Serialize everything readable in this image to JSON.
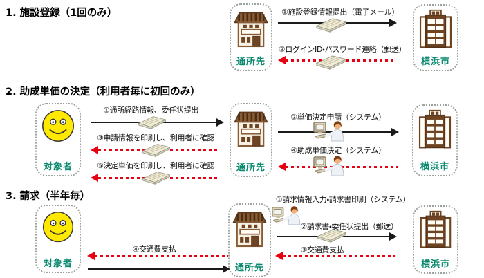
{
  "colors": {
    "entity_label": "#0c8a70",
    "red_arrow": "#e60012",
    "black_arrow": "#1a1a1a",
    "building_brown": "#6e4423",
    "smiley_yellow": "#ffe900"
  },
  "entities": {
    "user": "対象者",
    "facility": "通所先",
    "city": "横浜市"
  },
  "s1": {
    "title": "1. 施設登録（1回のみ）",
    "a1": "①施設登録情報提出（電子メール）",
    "a2": "②ログインID・パスワード連絡（郵送）"
  },
  "s2": {
    "title": "2. 助成単価の決定（利用者毎に初回のみ）",
    "a1": "①通所経路情報、委任状提出",
    "a3": "③申請情報を印刷し、利用者に確認",
    "a5": "⑤決定単価を印刷し、利用者に確認",
    "a2": "②単価決定申請（システム）",
    "a4": "④助成単価決定（システム）"
  },
  "s3": {
    "title": "3. 請求（半年毎）",
    "a1": "①請求情報入力・請求書印刷（システム）",
    "a2": "②請求書・委任状提出（郵送）",
    "a3": "③交通費支払",
    "a4": "④交通費支払"
  },
  "icons": [
    "shop-icon",
    "city-building-icon",
    "smiley-user-icon",
    "document-stack-icon",
    "person-at-computer-icon"
  ]
}
